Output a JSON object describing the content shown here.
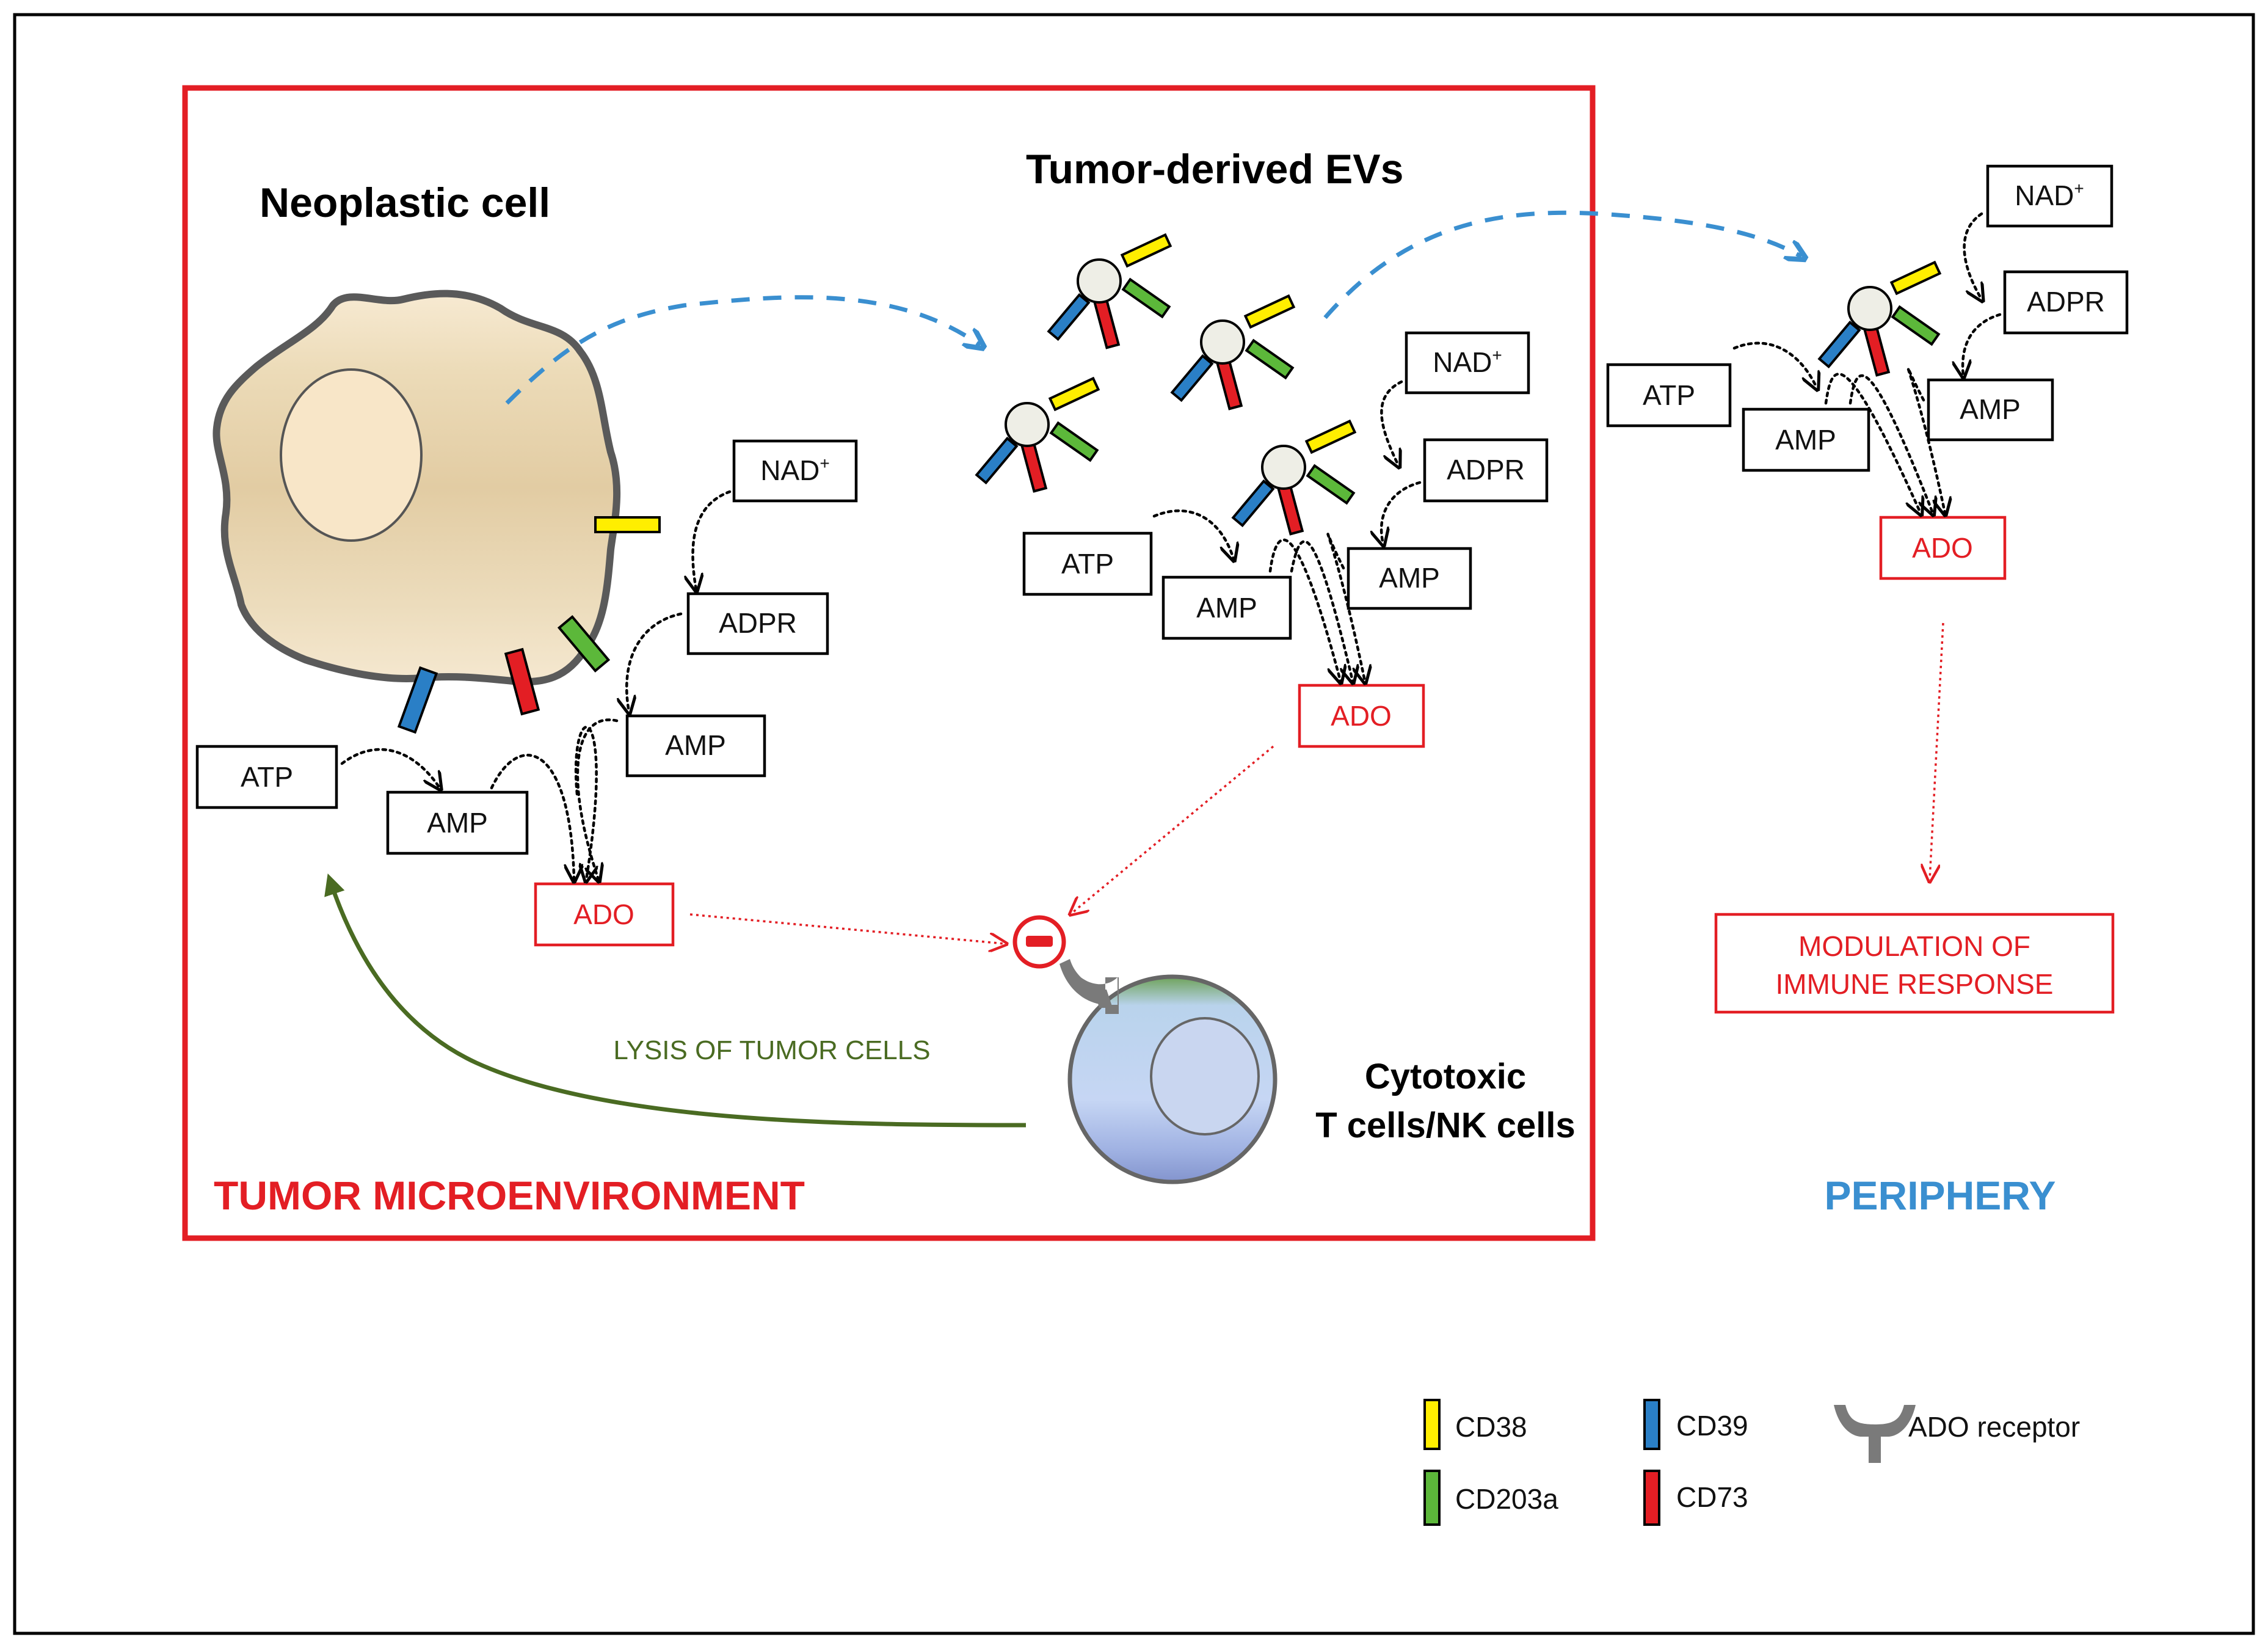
{
  "titles": {
    "neoplastic_cell": "Neoplastic cell",
    "tumor_evs": "Tumor-derived EVs",
    "cytotoxic_line1": "Cytotoxic",
    "cytotoxic_line2": "T cells/NK cells",
    "tumor_microenvironment": "TUMOR MICROENVIRONMENT",
    "periphery": "PERIPHERY",
    "lysis": "LYSIS OF TUMOR CELLS",
    "modulation_line1": "MODULATION OF",
    "modulation_line2": "IMMUNE RESPONSE"
  },
  "metabolites": {
    "nad": "NAD",
    "nad_sup": "+",
    "adpr": "ADPR",
    "amp": "AMP",
    "atp": "ATP",
    "ado": "ADO"
  },
  "legend": {
    "cd38": "CD38",
    "cd39": "CD39",
    "cd203a": "CD203a",
    "cd73": "CD73",
    "ado_receptor": "ADO receptor"
  },
  "colors": {
    "cd38": "#ffee00",
    "cd39": "#2a7fc6",
    "cd203a": "#5cb83a",
    "cd73": "#e31e24",
    "microenvironment": "#e31e24",
    "periphery": "#3a8fd0",
    "lysis": "#4a6b22",
    "receptor": "#7a7a7a"
  }
}
